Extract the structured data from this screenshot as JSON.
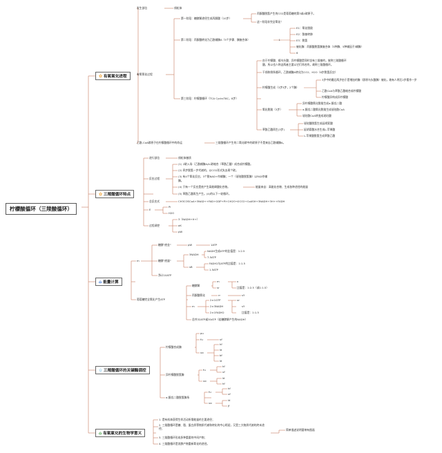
{
  "colors": {
    "line": "#c77a5e",
    "root_border": "#555555",
    "icon_orange": "#f0a030",
    "icon_blue": "#2f6fd6",
    "icon_star": "#3aa6e0",
    "icon_green": "#3e9c3e"
  },
  "root": "柠檬酸循环（三羧酸循环）",
  "branches": {
    "b1": {
      "label": "有氧氧化进程",
      "icon": "flower-icon"
    },
    "b2": {
      "label": "三羧酸循环特点",
      "icon": "flower-icon"
    },
    "b3": {
      "label": "能量计算",
      "icon": "house-icon"
    },
    "b4": {
      "label": "三羧酸循环的关键酶调控",
      "icon": "star-icon"
    },
    "b5": {
      "label": "有氧氧化的生物学意义",
      "icon": "house-icon"
    }
  },
  "nodes": {
    "n1": "发生部位",
    "n1a": "线粒体",
    "n2": "有氧氧化过程",
    "n2a": "第一阶段：糖酵解途径生成丙酮酸（10步）",
    "n2a1": "丙酮酸脱氢产生的CO2是葡萄糖的第3或4碳原子。",
    "n2a2": "这一阶段非完全氧化！",
    "n2b": "第二阶段：丙酮酸转化为乙酰辅酶A（5个步骤、酶复合体）",
    "n2b0": "↓",
    "n2b1": "E1：氧化脱羧",
    "n2b2": "E2：酰基转移",
    "n2b3": "E3：脱氢",
    "n2b4": "催化酶：丙酮酸脱氢酶复合体（3种酶、5种辅因子/辅酶）",
    "n2b5": "6",
    "n2c": "第三阶段：柠檬酸循环（TCA Cycle/TAC，8步）",
    "n2c1": "由于柠檬酸、顺乌头酸、异柠檬酸是同时含有三羧基的，故称三羧酸循环",
    "n2c1b": "酸，所以也人称这两者主要以它们命名的，故称三羧酸循环。",
    "n2c2": "干线和侧系循环，乙酰辅酶A转化为CO2、H2O（8步脱氢反应）",
    "n2c3": "柠檬酸生成（3步3步，2个酶）",
    "n2c3a": "3步中的最后两步由于是增加的酶（即原乌头酸酶）催化，故有人将后2步看作一步",
    "n2c3b": "乙酰CoA与草酰乙酸缩合成柠檬酸",
    "n2c3c": "柠檬酸异构成异柠檬酸",
    "n2c4": "氧化脱羧（3步）",
    "n2c4a": "异柠檬酸氧化脱羧生成α-酮戊二酸",
    "n2c4b": "α-酮戊二酸氧化脱羧生成琥珀酰CoA",
    "n2c4c": "琥珀酰CoA转变成琥珀酸",
    "n2c5": "草酰乙酸再生(3步)",
    "n2c5a": "琥珀酸脱氢生成延胡索酸",
    "n2c5b": "延胡索酸水合生成L-苹果酸",
    "n2c5c": "L-苹果酸脱氢生成草酰乙酸",
    "n3": "乙酰-CoA碳原子在柠檬酸循环中的命运",
    "n3a": "三羧酸循环产生的二氧化碳中的碳原子不是来自乙酰辅酶A。",
    "p1": "进行部位",
    "p1a": "线粒体基质",
    "p2": "反应过程",
    "p2a": "(1) 2碳入场（乙酰辅酶A/A-碳缩合（草酰乙酸）成合成柠檬酸。",
    "p2b": "(2) 四步脱氢一步代谢的，以CO2形式失去两个碳。",
    "p2c": "(3) 有4个氧化反应，3个脱NAD+作辅酶；一个（琥珀酸脱氢酶）以FAD作辅",
    "p2c2": "酶。",
    "p2d": "(4) 只有一个反应是底产生高能磷酸化合物。",
    "p2d1": "能量来自：高能化合物、生成各种途径的能量",
    "p2e": "(5) 草酰乙酸再生产生。(4)的以下一轮循环。",
    "p3": "总反应式",
    "p3a": "CH3COSCoA+3NAD++FAD+GDP+Pi+2H2O→2CO2+CoASH+3NADH+3H++FADH",
    "p4": "E",
    "p4a": "Pi",
    "p4b": "H2O",
    "p5": "过程调控",
    "p5a": "3（NADH+H+）",
    "p5b": "aK",
    "p5c": "pW",
    "e1": "m",
    "e1a": "糖酵\"底金\"",
    "e1a1": "pW",
    "e1a2": "1ATP",
    "e1b": "糖酵\"底量\"",
    "e1b1": "3NADH",
    "e1b1a": "NADH生成ATP的比值是：1:2.5",
    "e1b1b": "7.5ATP",
    "e1b2": "sB",
    "e1b2a": "FADH2与ATP的比值是：1:1.5",
    "e1b2b": "1.5ATP",
    "e1c": "净计10ATP",
    "e2": "葡萄糖完全氧化产生ATP",
    "e2a": "糖酵解",
    "e2a1": "m",
    "e2a1b": "x",
    "e2a2": "sr",
    "e2a2b": "比值是：1:2.5（或1:1.5）",
    "e2b": "丙酮酸氧化",
    "e2b1": "rr",
    "e2b2": "sY",
    "e2c": "m",
    "e2c1": "2×1GTP",
    "e2c1b": "ur",
    "e2c2": "2×3NADH",
    "e2c2b": "sY",
    "e2c3": "2×1FADH2",
    "e2c3b": "比值是：1:1.5",
    "e2d": "总共32ATP或30ATP（若糖酵解产生的NADH）",
    "k1": "柠檬酸合成酶",
    "k1a": "pu",
    "k1a1": "",
    "k1b": "fu",
    "k1b1": "uf",
    "k1c": "uo",
    "k1c1": "hf",
    "k1c2": "ld",
    "k1c3": "bf",
    "k1c4": "ld",
    "k2": "异柠檬酸脱氢酶",
    "k2a": "fu",
    "k2a1": "hf",
    "k2a2": "uf",
    "k2b": "uo",
    "k2b1": "ld",
    "k2b2": "hf",
    "k3": "α-酮戊二酸脱氢酶系",
    "k3a": "fu",
    "k3a1": "hf",
    "k3a2": "uf",
    "k3b": "uo",
    "k3b1": "ld",
    "k3b2": "jf",
    "m1": "1. 是有机体获得生命活动所需能量的主要途径；",
    "m2": "2. 三羧酸循环是糖、脂、蛋白质等物质代谢和转化的中心枢纽，又是三大物质代谢的终末途径；",
    "m3": "3. 三羧酸循环形成多种重要的中间产物；",
    "m4": "4. 三羧酸循环是发酵产物重新氧化的途径。",
    "m5": "简单描述说明要带有图画"
  }
}
